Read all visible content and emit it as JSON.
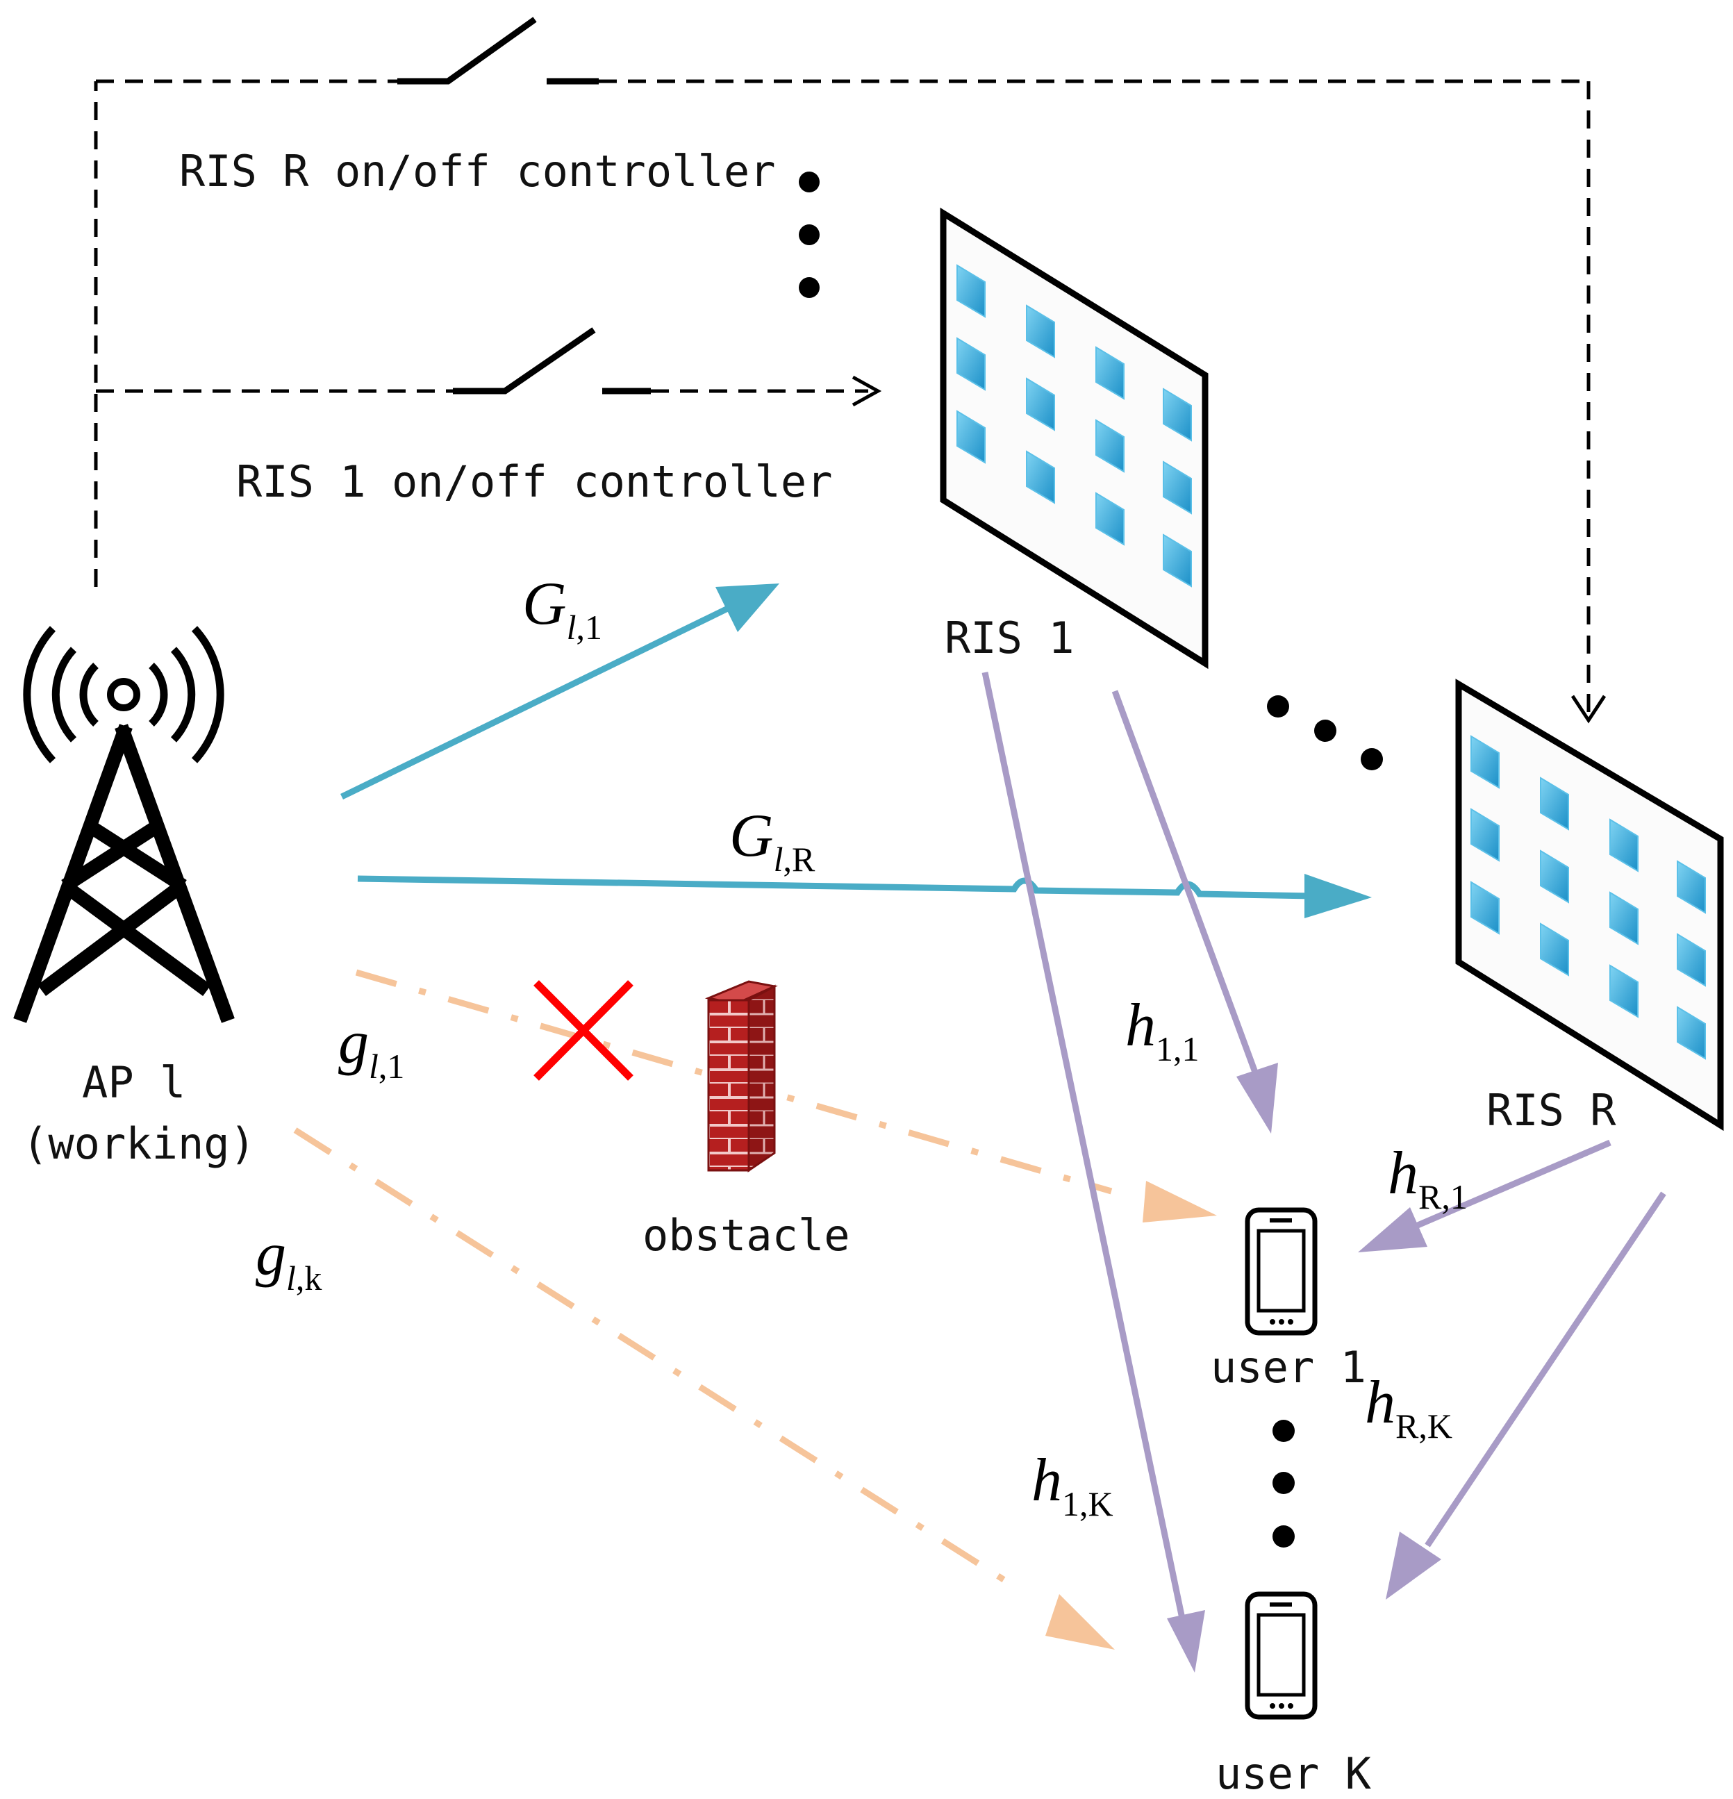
{
  "labels": {
    "ris_r_controller": "RIS R on/off controller",
    "ris_1_controller": "RIS 1 on/off controller",
    "ris_1": "RIS 1",
    "ris_r": "RIS R",
    "ap": "AP l",
    "ap_status": "(working)",
    "obstacle": "obstacle",
    "user_1": "user 1",
    "user_k": "user K"
  },
  "channels": {
    "G_l1": {
      "base": "G",
      "sub_italic": "l",
      "sub_rest": ",1"
    },
    "G_lR": {
      "base": "G",
      "sub_italic": "l",
      "sub_rest": ",R"
    },
    "g_l1": {
      "base": "g",
      "sub_italic": "l",
      "sub_rest": ",1"
    },
    "g_lk": {
      "base": "g",
      "sub_italic": "l",
      "sub_rest": ",k"
    },
    "h_11": {
      "base": "h",
      "sub_rest": "1,1"
    },
    "h_1K": {
      "base": "h",
      "sub_rest": "1,K"
    },
    "h_R1": {
      "base": "h",
      "sub_rest": "R,1"
    },
    "h_RK": {
      "base": "h",
      "sub_rest": "R,K"
    }
  },
  "colors": {
    "ap_to_ris": "#4aacc6",
    "ris_to_user": "#a89bc6",
    "direct_link": "#f6c49a",
    "blocked_mark": "#ff0000",
    "control_line": "#000000",
    "ris_element": "#29a6d8",
    "wall": "#b22222"
  }
}
